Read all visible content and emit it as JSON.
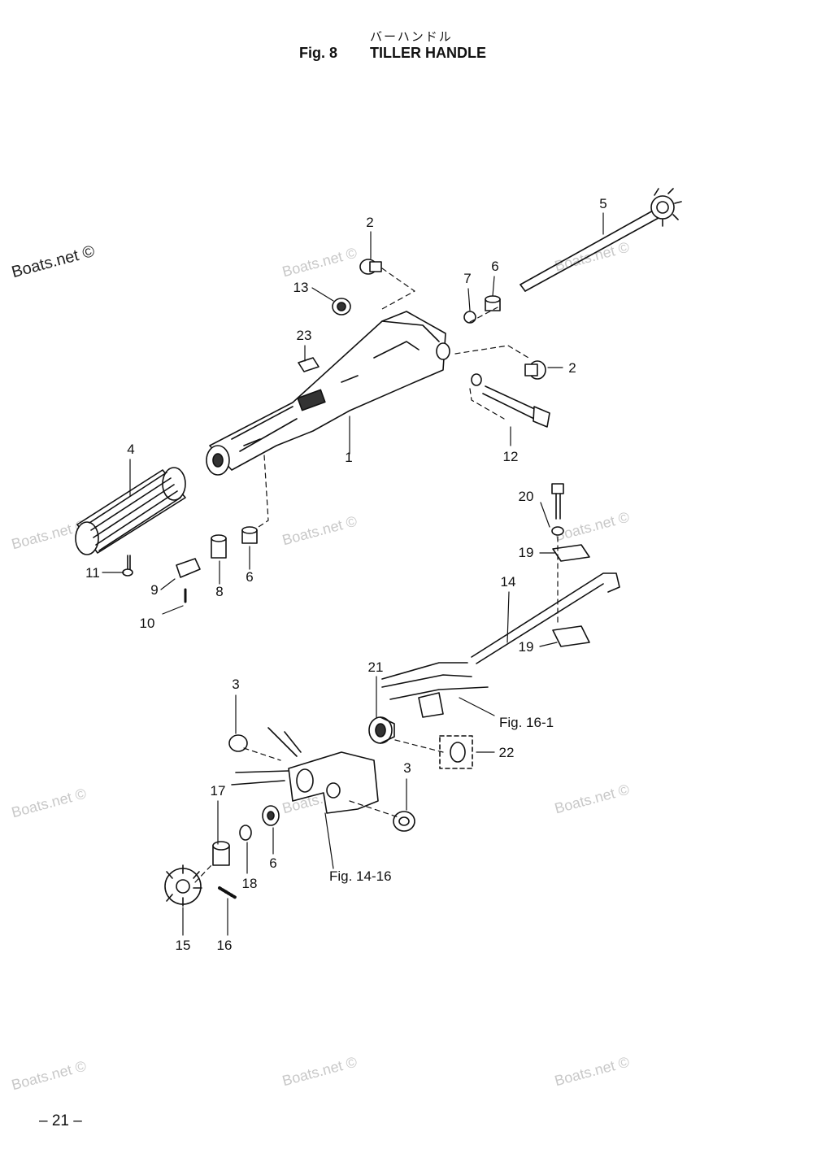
{
  "header": {
    "japanese_title": "バーハンドル",
    "fig_number": "Fig. 8",
    "title": "TILLER HANDLE"
  },
  "watermark_text": "Boats.net ©",
  "page_number": "– 21 –",
  "labels": {
    "p1": "1",
    "p2a": "2",
    "p2b": "2",
    "p3a": "3",
    "p3b": "3",
    "p4": "4",
    "p5": "5",
    "p6a": "6",
    "p6b": "6",
    "p6c": "6",
    "p7": "7",
    "p8": "8",
    "p9": "9",
    "p10": "10",
    "p11": "11",
    "p12": "12",
    "p13": "13",
    "p14": "14",
    "p15": "15",
    "p16": "16",
    "p17": "17",
    "p18": "18",
    "p19a": "19",
    "p19b": "19",
    "p20": "20",
    "p21": "21",
    "p22": "22",
    "p23": "23"
  },
  "references": {
    "fig16": "Fig. 16-1",
    "fig14": "Fig. 14-16"
  }
}
